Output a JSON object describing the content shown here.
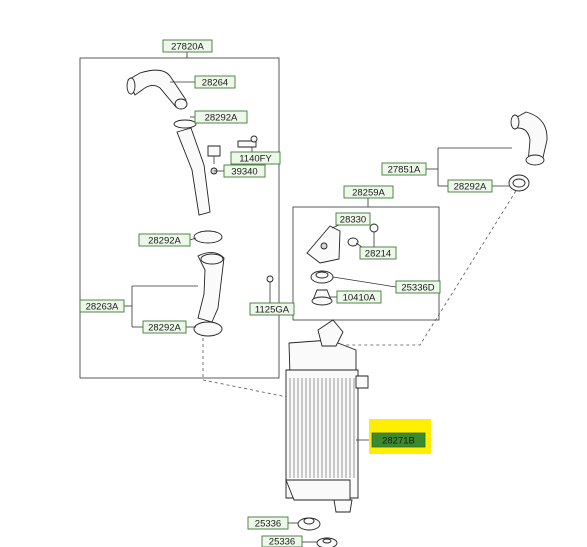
{
  "labels": {
    "l27820A": "27820A",
    "l28264": "28264",
    "l28292A_1": "28292A",
    "l1140FY": "1140FY",
    "l39340": "39340",
    "l28292A_2": "28292A",
    "l28263A": "28263A",
    "l28292A_3": "28292A",
    "l27851A": "27851A",
    "l28292A_4": "28292A",
    "l28259A": "28259A",
    "l28330": "28330",
    "l28214": "28214",
    "l25336D": "25336D",
    "l10410A": "10410A",
    "l1125GA": "1125GA",
    "l28271B": "28271B",
    "l25336_1": "25336",
    "l25336_2": "25336"
  },
  "colors": {
    "label_fill": "#edf7ea",
    "label_border": "#3f7a35",
    "highlight": "#ffee00",
    "highlight_label_fill": "#3c8a2e"
  }
}
